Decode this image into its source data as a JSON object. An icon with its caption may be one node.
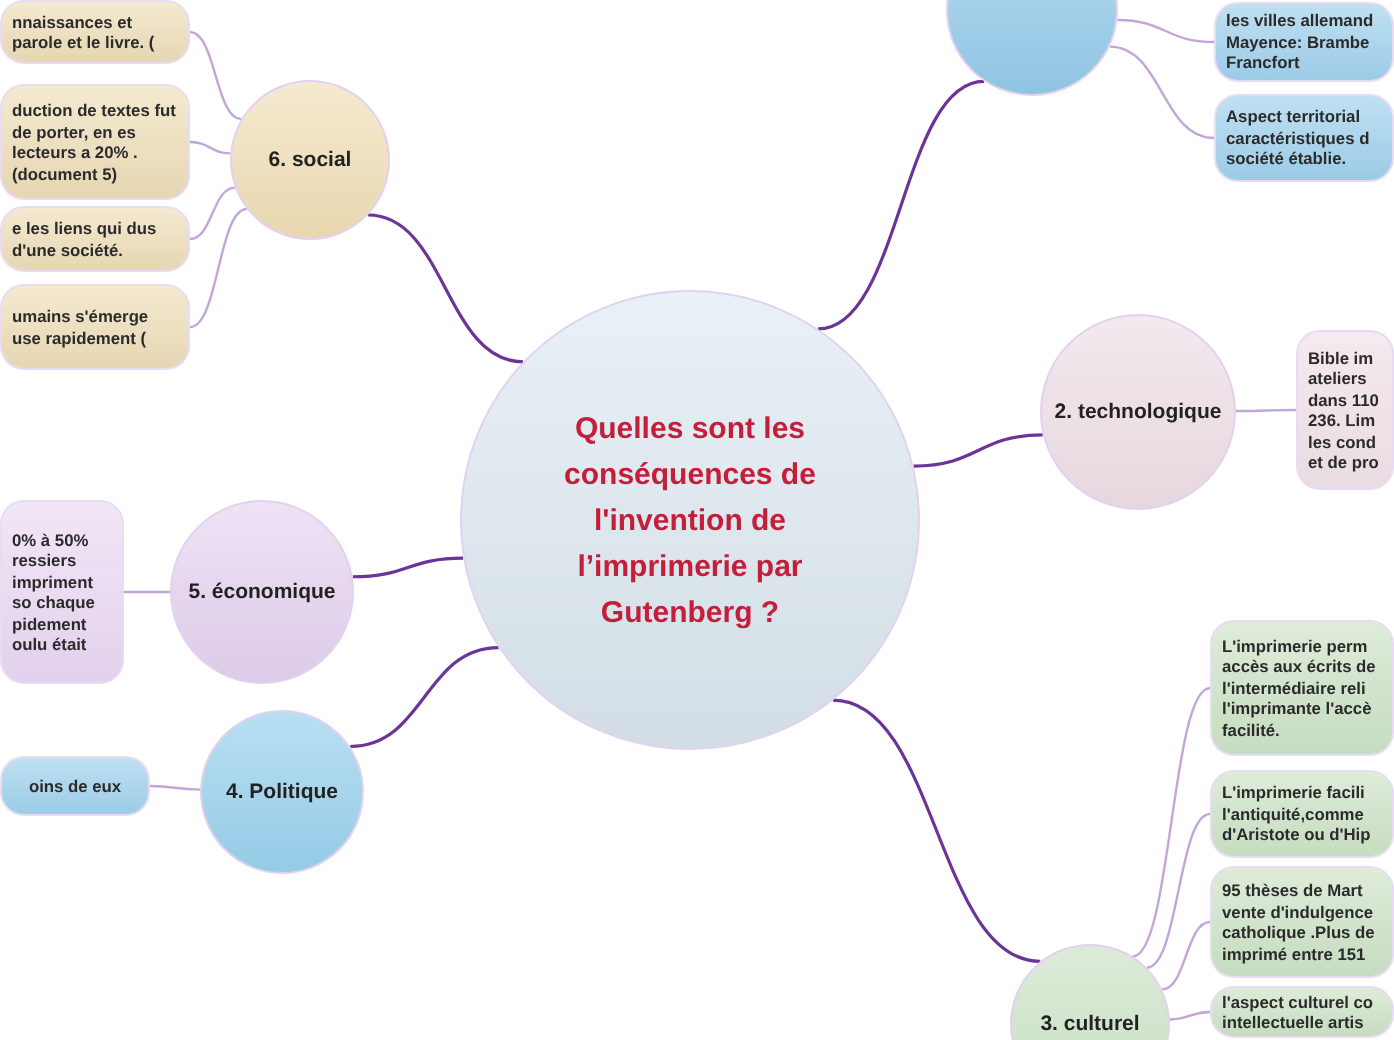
{
  "diagram": {
    "nodes": [
      {
        "text": [
          "Quelles sont les conséquences de l'invention de l’imprimerie par Gutenberg ?"
        ]
      },
      {
        "text": [],
        "shape": "circle"
      },
      {
        "text": [
          "les villes allemand Mayence: Brambe Francfort"
        ]
      },
      {
        "text": [
          "Aspect territorial caractéristiques d société établie."
        ]
      },
      {
        "text": [
          "2. technologique"
        ]
      },
      {
        "text": [
          "Bible im ateliers dans 110 236. Lim les cond et de pro"
        ]
      },
      {
        "text": [
          "3. culturel"
        ]
      },
      {
        "text": [
          "L'imprimerie perm accès aux écrits de l'intermédiaire reli l'imprimante l'accè facilité."
        ]
      },
      {
        "text": [
          "L'imprimerie facili l'antiquité,comme d'Aristote ou d'Hip"
        ]
      },
      {
        "text": [
          "95 thèses de Mart vente d'indulgence catholique .Plus de imprimé entre 151"
        ]
      },
      {
        "text": [
          "l'aspect culturel co intellectuelle artis"
        ]
      },
      {
        "text": [
          "4. Politique"
        ]
      },
      {
        "text": [
          "oins de eux"
        ]
      },
      {
        "text": [
          "5. économique"
        ]
      },
      {
        "text": [
          "0% à 50% ressiers impriment so chaque pidement oulu était"
        ]
      },
      {
        "text": [
          "6. social"
        ]
      },
      {
        "text": [
          "nnaissances et parole et le livre. ("
        ]
      },
      {
        "text": [
          "duction de textes fut de porter, en es lecteurs a 20% . (document 5)"
        ]
      },
      {
        "text": [
          "e les liens qui dus d'une société."
        ]
      },
      {
        "text": [
          "umains s'émerge use rapidement ("
        ]
      }
    ],
    "edges": [
      {
        "from": 0,
        "to": 1,
        "arrow": "none",
        "color": "#6a3596"
      },
      {
        "from": 0,
        "to": 4,
        "arrow": "none",
        "color": "#6a3596"
      },
      {
        "from": 0,
        "to": 6,
        "arrow": "none",
        "color": "#6a3596"
      },
      {
        "from": 0,
        "to": 11,
        "arrow": "none",
        "color": "#6a3596"
      },
      {
        "from": 0,
        "to": 13,
        "arrow": "none",
        "color": "#6a3596"
      },
      {
        "from": 0,
        "to": 15,
        "arrow": "none",
        "color": "#6a3596"
      },
      {
        "from": 1,
        "to": 2,
        "arrow": "none"
      },
      {
        "from": 1,
        "to": 3,
        "arrow": "none"
      },
      {
        "from": 4,
        "to": 5,
        "arrow": "none"
      },
      {
        "from": 6,
        "to": 7,
        "arrow": "none"
      },
      {
        "from": 6,
        "to": 8,
        "arrow": "none"
      },
      {
        "from": 6,
        "to": 9,
        "arrow": "none"
      },
      {
        "from": 6,
        "to": 10,
        "arrow": "none"
      },
      {
        "from": 11,
        "to": 12,
        "arrow": "none"
      },
      {
        "from": 13,
        "to": 14,
        "arrow": "none"
      },
      {
        "from": 15,
        "to": 16,
        "arrow": "none"
      },
      {
        "from": 15,
        "to": 17,
        "arrow": "none"
      },
      {
        "from": 15,
        "to": 18,
        "arrow": "none"
      },
      {
        "from": 15,
        "to": 19,
        "arrow": "none"
      }
    ]
  }
}
